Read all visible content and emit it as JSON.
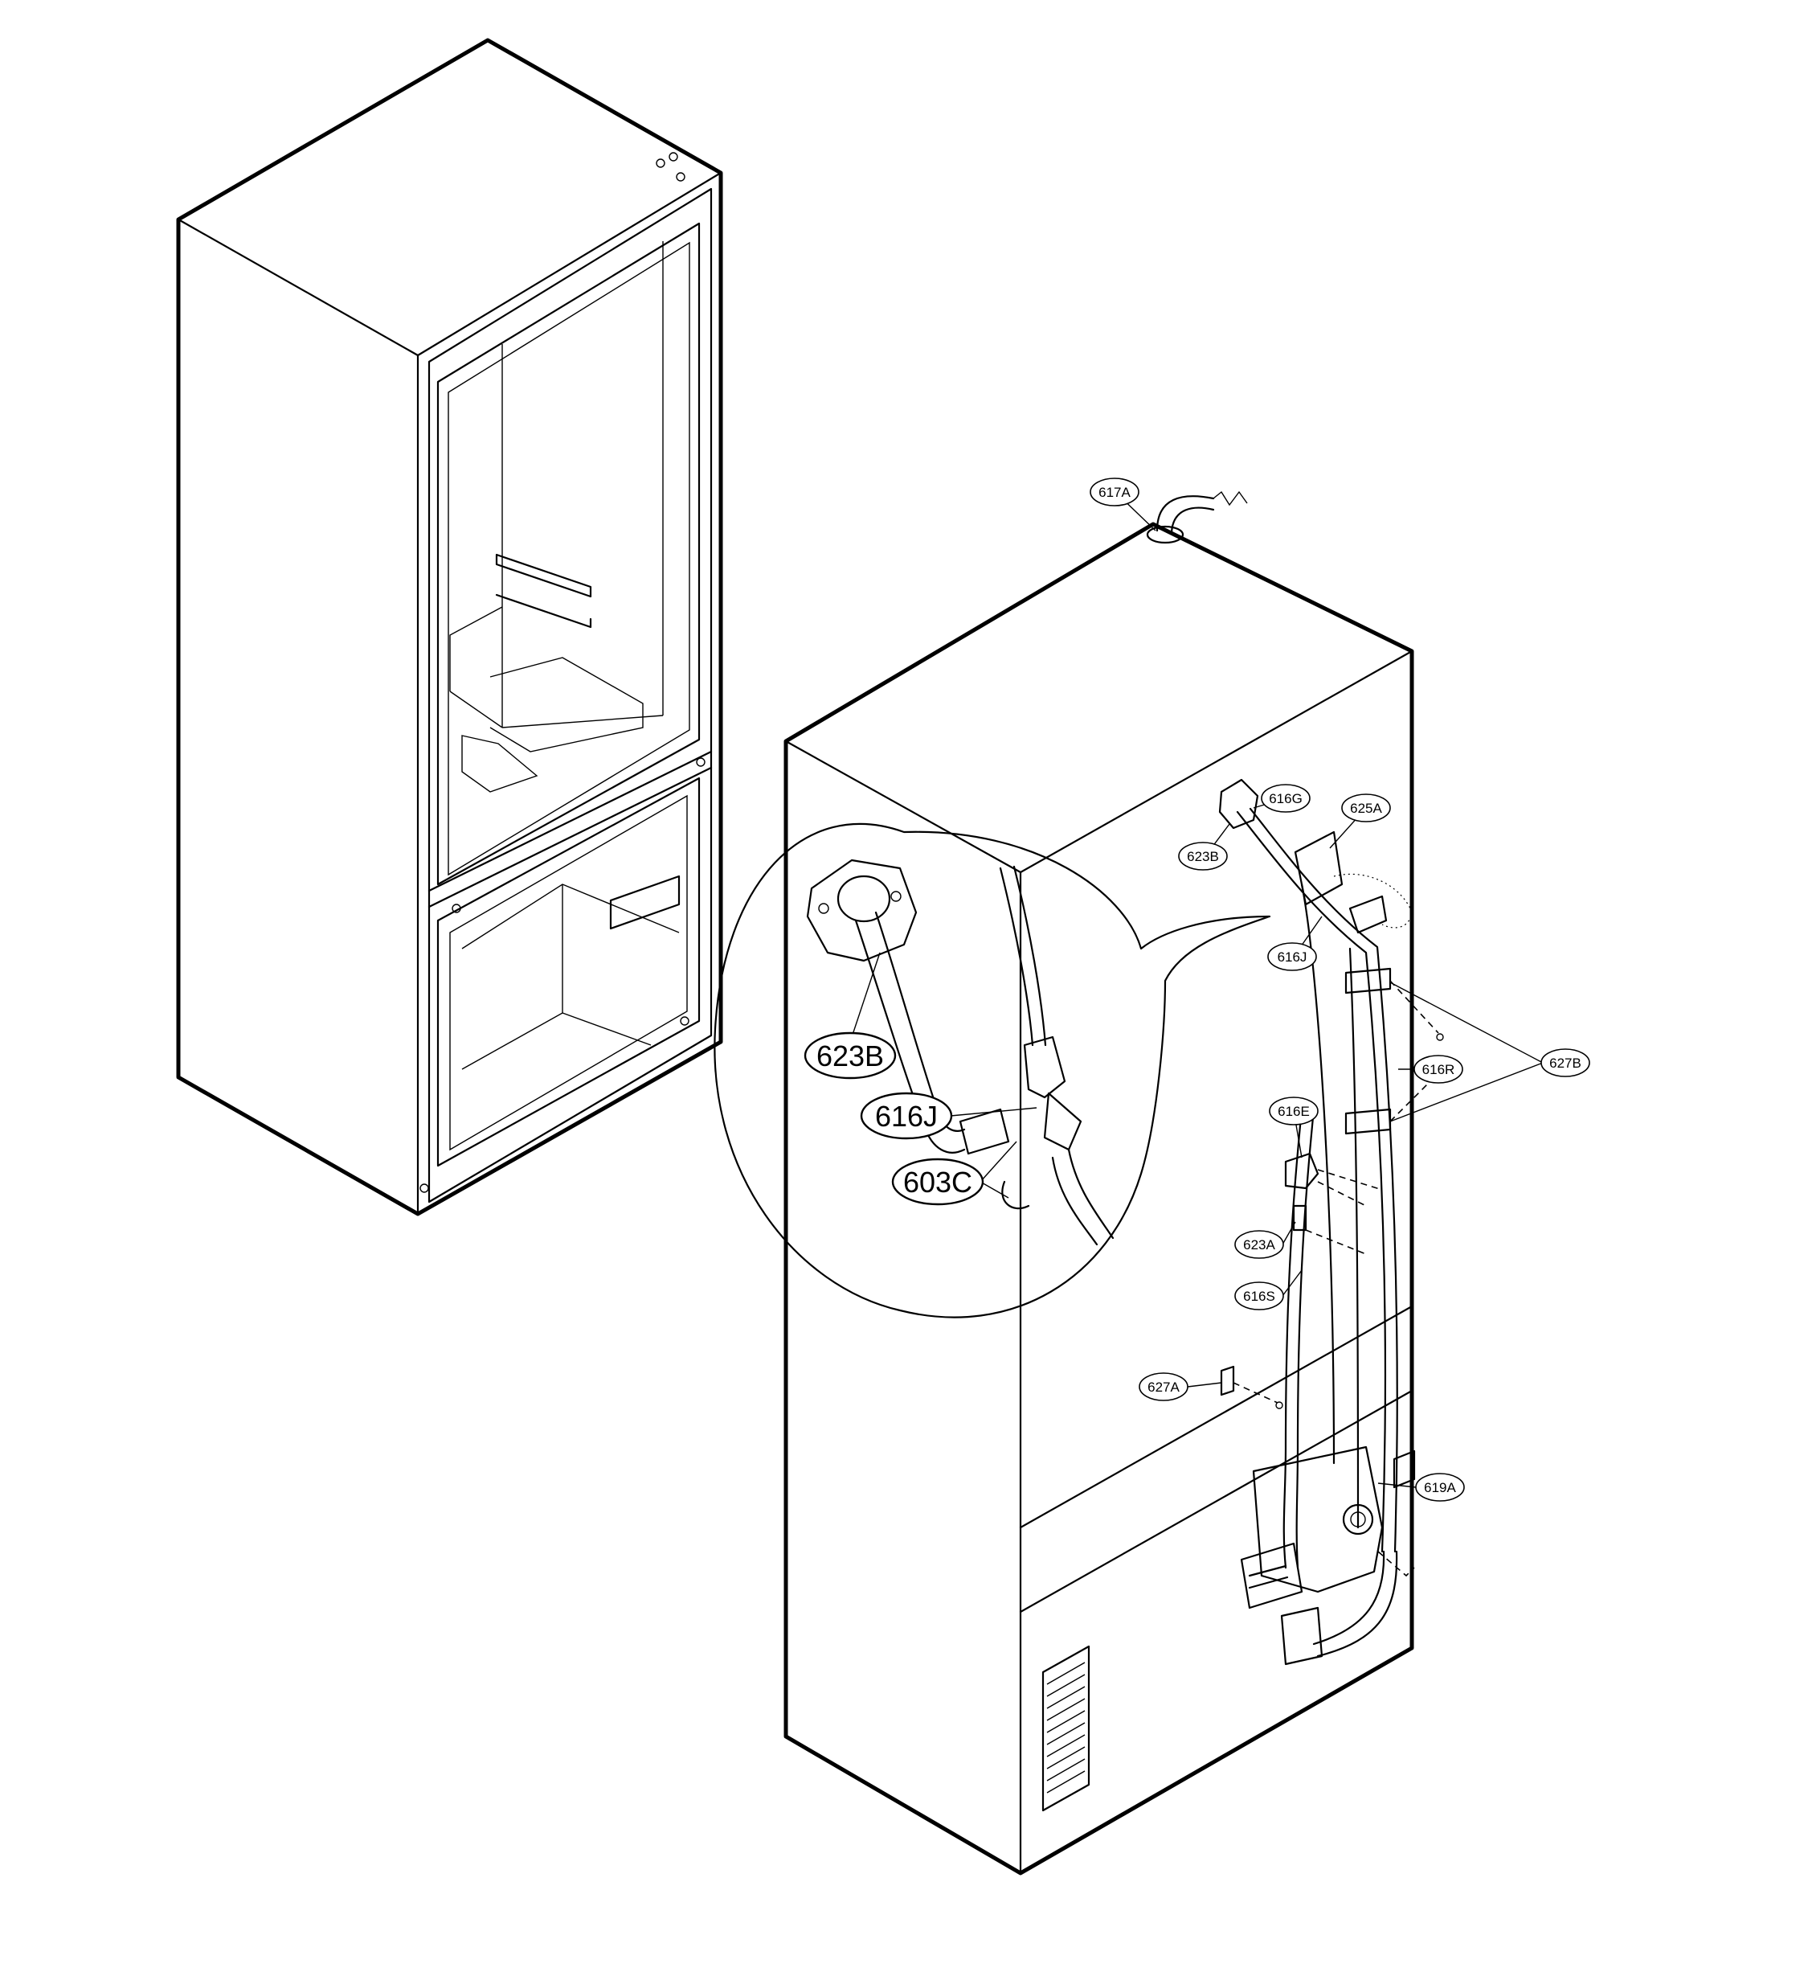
{
  "callouts": {
    "c617A": "617A",
    "c623B": "623B",
    "c616G": "616G",
    "c625A": "625A",
    "c616J": "616J",
    "c627B": "627B",
    "c616R": "616R",
    "c616E": "616E",
    "c623A": "623A",
    "c616S": "616S",
    "c627A": "627A",
    "c619A": "619A"
  },
  "detail_callouts": {
    "d623B": "623B",
    "d616J": "616J",
    "d603C": "603C"
  }
}
